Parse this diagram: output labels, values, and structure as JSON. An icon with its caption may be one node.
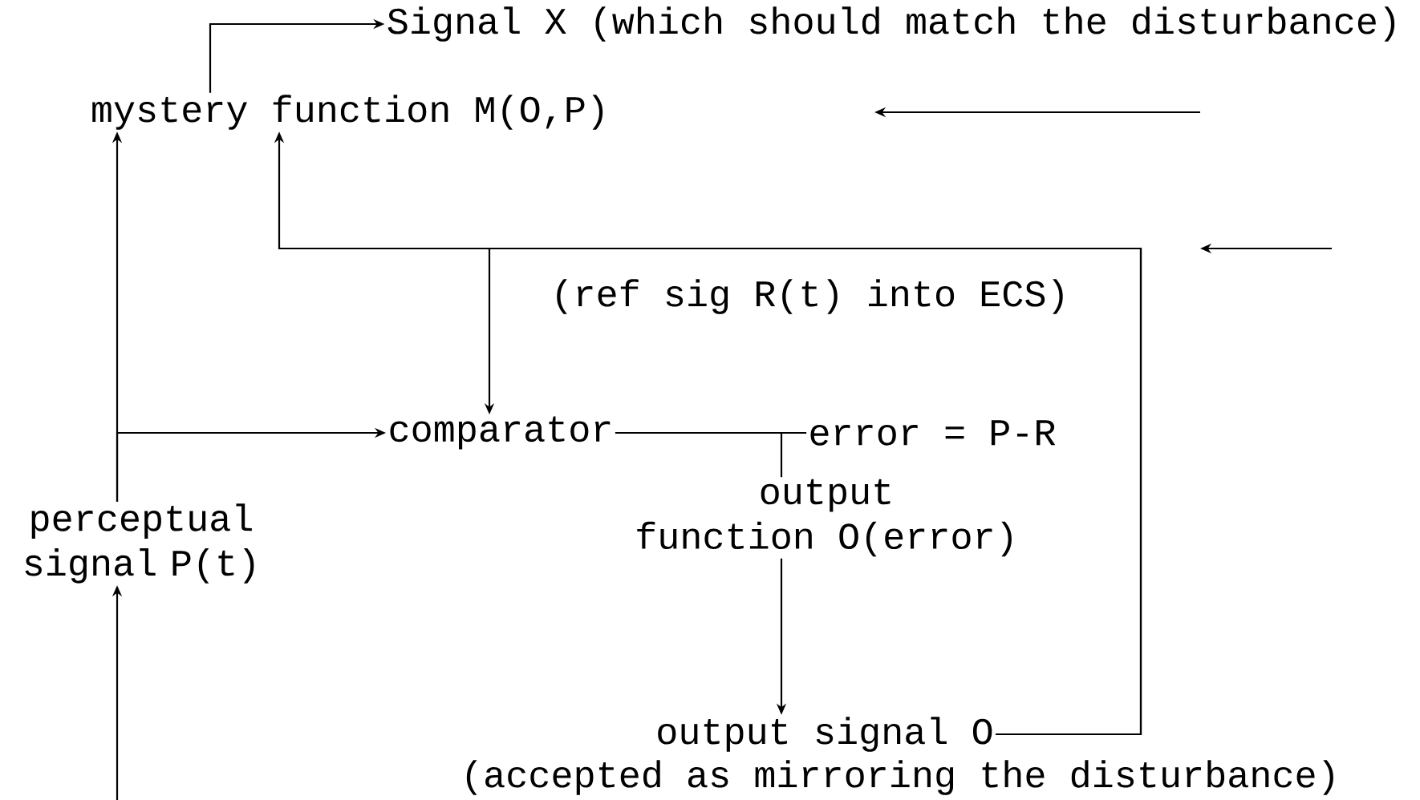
{
  "diagram": {
    "nodes": [
      {
        "text": [
          "Signal X (which should match the disturbance)"
        ]
      },
      {
        "text": [
          "mystery function M(O,P)"
        ]
      },
      {
        "text": [
          "comparator"
        ]
      },
      {
        "text": [
          "error = P-R"
        ]
      },
      {
        "text": [
          "output",
          "function O(error)"
        ]
      },
      {
        "text": [
          "perceptual signal P(t)"
        ]
      },
      {
        "text": [
          "output signal O"
        ],
        "beside": [
          "(accepted as mirroring the disturbance)"
        ]
      }
    ],
    "edges": [
      {
        "from": 1,
        "to": 0,
        "arrow": "to"
      },
      {
        "from": 5,
        "to": 1,
        "arrow": "to"
      },
      {
        "from": 5,
        "to": 2,
        "arrow": "to"
      },
      {
        "from": null,
        "to": 5,
        "arrow": "to"
      },
      {
        "from": 2,
        "to": 3,
        "arrow": "none"
      },
      {
        "from": 3,
        "to": 4,
        "arrow": "none"
      },
      {
        "from": 4,
        "to": 6,
        "arrow": "to"
      },
      {
        "from": 6,
        "to": 1,
        "arrow": "to"
      },
      {
        "from": 6,
        "to": 2,
        "arrow": "to",
        "label": "(ref sig R(t) into ECS)"
      }
    ]
  }
}
